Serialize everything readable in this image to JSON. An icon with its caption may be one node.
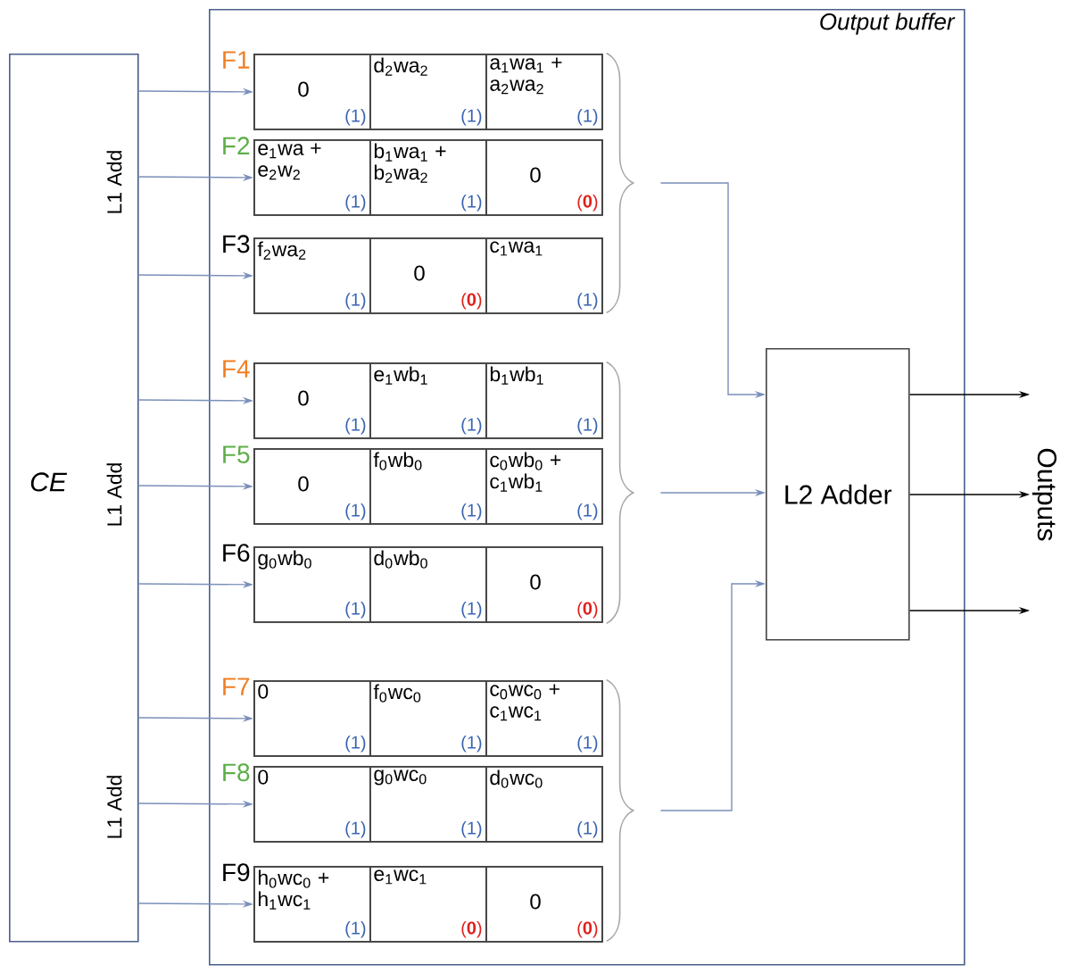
{
  "diagram": {
    "nodes": [
      {
        "text": [
          "CE"
        ]
      },
      {
        "text": [
          "Output buffer"
        ]
      },
      {
        "text": [],
        "shape": "box",
        "in": 1,
        "beside": [
          "F1"
        ]
      },
      {
        "text": [
          "0",
          "(1)"
        ],
        "in": 2
      },
      {
        "text": [
          "d$_{2}$wa$_{2}$",
          "(1)"
        ],
        "in": 2
      },
      {
        "text": [
          "a$_{1}$wa$_{1}$ + a$_{2}$wa$_{2}$",
          "(1)"
        ],
        "in": 2
      },
      {
        "text": [],
        "shape": "box",
        "in": 1,
        "beside": [
          "F2"
        ]
      },
      {
        "text": [
          "e$_{1}$wa + e$_{2}$w$_{2}$",
          "(1)"
        ],
        "in": 6
      },
      {
        "text": [
          "b$_{1}$wa$_{1}$ + b$_{2}$wa$_{2}$",
          "(1)"
        ],
        "in": 6
      },
      {
        "text": [
          "0",
          "(**0**)"
        ],
        "in": 6
      },
      {
        "text": [],
        "shape": "box",
        "in": 1,
        "beside": [
          "F3"
        ]
      },
      {
        "text": [
          "f$_{2}$wa$_{2}$",
          "(1)"
        ],
        "in": 10
      },
      {
        "text": [
          "0",
          "(**0**)"
        ],
        "in": 10
      },
      {
        "text": [
          "c$_{1}$wa$_{1}$",
          "(1)"
        ],
        "in": 10
      },
      {
        "text": [],
        "shape": "box",
        "in": 1,
        "beside": [
          "F4"
        ]
      },
      {
        "text": [
          "0",
          "(1)"
        ],
        "in": 14
      },
      {
        "text": [
          "e$_{1}$wb$_{1}$",
          "(1)"
        ],
        "in": 14
      },
      {
        "text": [
          "b$_{1}$wb$_{1}$",
          "(1)"
        ],
        "in": 14
      },
      {
        "text": [],
        "shape": "box",
        "in": 1,
        "beside": [
          "F5"
        ]
      },
      {
        "text": [
          "0",
          "(1)"
        ],
        "in": 18
      },
      {
        "text": [
          "f$_{0}$wb$_{0}$",
          "(1)"
        ],
        "in": 18
      },
      {
        "text": [
          "c$_{0}$wb$_{0}$ + c$_{1}$wb$_{1}$",
          "(1)"
        ],
        "in": 18
      },
      {
        "text": [],
        "shape": "box",
        "in": 1,
        "beside": [
          "F6"
        ]
      },
      {
        "text": [
          "g$_{0}$wb$_{0}$",
          "(1)"
        ],
        "in": 22
      },
      {
        "text": [
          "d$_{0}$wb$_{0}$",
          "(1)"
        ],
        "in": 22
      },
      {
        "text": [
          "0",
          "(**0**)"
        ],
        "in": 22
      },
      {
        "text": [],
        "shape": "box",
        "in": 1,
        "beside": [
          "F7"
        ]
      },
      {
        "text": [
          "0",
          "(1)"
        ],
        "in": 26
      },
      {
        "text": [
          "f$_{0}$wc$_{0}$",
          "(1)"
        ],
        "in": 26
      },
      {
        "text": [
          "c$_{0}$wc$_{0}$ + c$_{1}$wc$_{1}$",
          "(1)"
        ],
        "in": 26
      },
      {
        "text": [],
        "shape": "box",
        "in": 1,
        "beside": [
          "F8"
        ]
      },
      {
        "text": [
          "0",
          "(1)"
        ],
        "in": 30
      },
      {
        "text": [
          "g$_{0}$wc$_{0}$",
          "(1)"
        ],
        "in": 30
      },
      {
        "text": [
          "d$_{0}$wc$_{0}$",
          "(1)"
        ],
        "in": 30
      },
      {
        "text": [],
        "shape": "box",
        "in": 1,
        "beside": [
          "F9"
        ]
      },
      {
        "text": [
          "h$_{0}$wc$_{0}$ + h$_{1}$wc$_{1}$",
          "(1)"
        ],
        "in": 34
      },
      {
        "text": [
          "e$_{1}$wc$_{1}$",
          "(**0**)"
        ],
        "in": 34
      },
      {
        "text": [
          "0",
          "(**0**)"
        ],
        "in": 34
      },
      {
        "text": [],
        "shape": "brace",
        "in": 1
      },
      {
        "text": [],
        "shape": "brace",
        "in": 1
      },
      {
        "text": [],
        "shape": "brace",
        "in": 1
      },
      {
        "text": [
          "L2 Adder"
        ],
        "in": 1
      },
      {
        "text": [
          "Outputs"
        ]
      }
    ],
    "edges": [
      {
        "from": 0,
        "to": 2,
        "arrow": "to"
      },
      {
        "from": 0,
        "to": 6,
        "arrow": "to"
      },
      {
        "from": 0,
        "to": 10,
        "arrow": "to"
      },
      {
        "from": 0,
        "to": 14,
        "arrow": "to"
      },
      {
        "from": 0,
        "to": 18,
        "arrow": "to"
      },
      {
        "from": 0,
        "to": 22,
        "arrow": "to"
      },
      {
        "from": 0,
        "to": 26,
        "arrow": "to"
      },
      {
        "from": 0,
        "to": 30,
        "arrow": "to"
      },
      {
        "from": 0,
        "to": 34,
        "arrow": "to"
      },
      {
        "from": 38,
        "to": 41,
        "arrow": "to"
      },
      {
        "from": 39,
        "to": 41,
        "arrow": "to"
      },
      {
        "from": 40,
        "to": 41,
        "arrow": "to"
      },
      {
        "from": 41,
        "to": 42,
        "arrow": "to",
        "color": "#000000"
      },
      {
        "from": 41,
        "to": 42,
        "arrow": "to",
        "color": "#000000"
      },
      {
        "from": 41,
        "to": 42,
        "arrow": "to",
        "color": "#000000"
      }
    ],
    "labels": [
      "L1 Add",
      "L1 Add",
      "L1 Add"
    ]
  }
}
